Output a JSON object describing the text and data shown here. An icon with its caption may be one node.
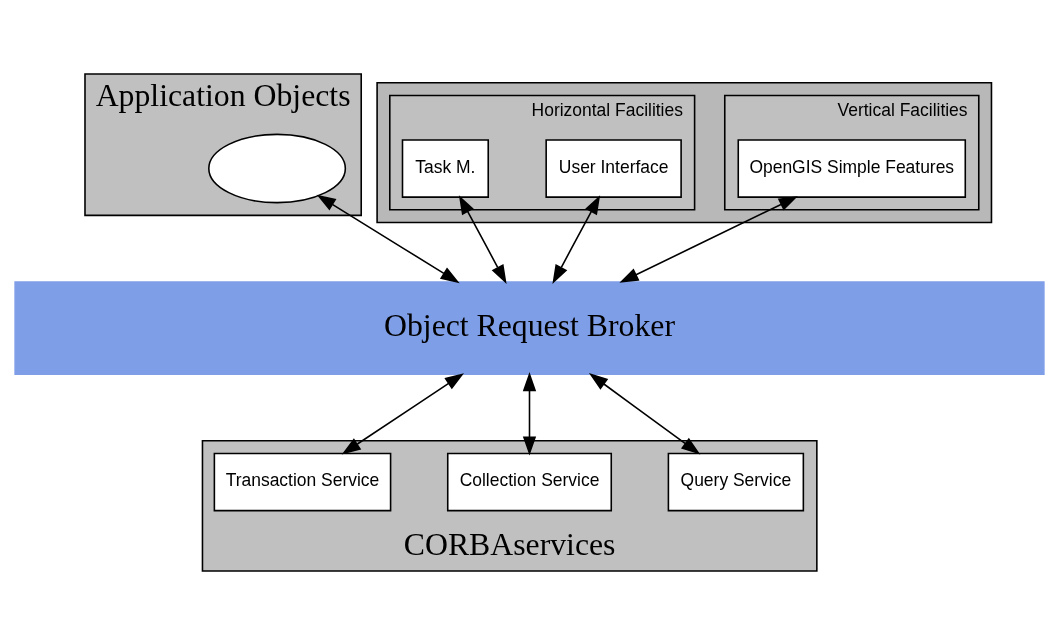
{
  "diagram": {
    "nodes": [
      {
        "text": [
          "Application Objects"
        ]
      },
      {
        "text": [],
        "shape": "ellipse",
        "in": 0
      },
      {
        "text": [],
        "shape": "box"
      },
      {
        "text": [
          "Vertical Facilities"
        ],
        "in": 2
      },
      {
        "text": [
          "OpenGIS Simple Features"
        ],
        "in": 3
      },
      {
        "text": [
          "Horizontal Facilities"
        ],
        "in": 2
      },
      {
        "text": [
          "User Interface"
        ],
        "in": 5
      },
      {
        "text": [
          "Task M."
        ],
        "in": 5
      },
      {
        "text": [
          "Object Request Broker"
        ]
      },
      {
        "text": [
          "CORBAservices"
        ]
      },
      {
        "text": [
          "Query Service"
        ],
        "in": 9
      },
      {
        "text": [
          "Collection Service"
        ],
        "in": 9
      },
      {
        "text": [
          "Transaction Service"
        ],
        "in": 9
      }
    ],
    "edges": [
      {
        "from": 1,
        "to": 8,
        "arrow": "both"
      },
      {
        "from": 6,
        "to": 8,
        "arrow": "both"
      },
      {
        "from": 4,
        "to": 8,
        "arrow": "both"
      },
      {
        "from": 7,
        "to": 8,
        "arrow": "both"
      },
      {
        "from": 8,
        "to": 10,
        "arrow": "both"
      },
      {
        "from": 8,
        "to": 11,
        "arrow": "both"
      },
      {
        "from": 8,
        "to": 12,
        "arrow": "both"
      }
    ]
  }
}
